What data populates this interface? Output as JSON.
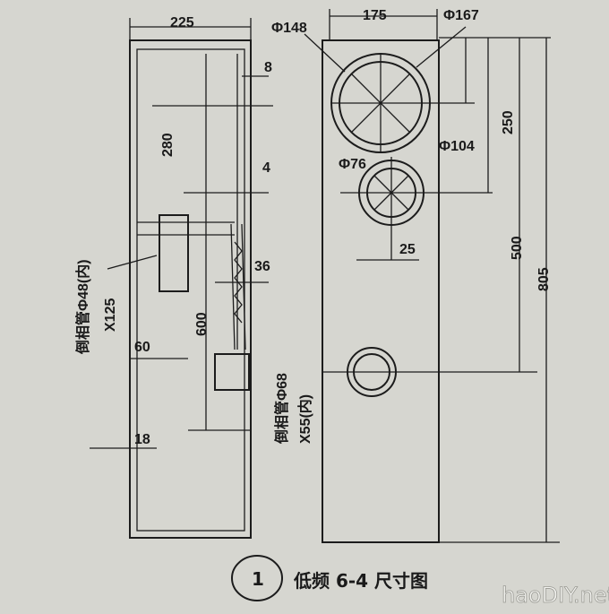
{
  "drawing": {
    "side_view": {
      "width_label": "225",
      "dim_8": "8",
      "dim_280": "280",
      "dim_4": "4",
      "dim_36": "36",
      "dim_600": "600",
      "dim_60": "60",
      "dim_18": "18",
      "port1_label": "倒相管Φ48(内)",
      "port1_length": "X125",
      "port2_label": "倒相管Φ68",
      "port2_length": "X55(内)"
    },
    "front_view": {
      "d148": "Φ148",
      "width_label": "175",
      "d167": "Φ167",
      "dim_250": "250",
      "d76": "Φ76",
      "d104": "Φ104",
      "dim_25": "25",
      "dim_500": "500",
      "dim_805": "805"
    },
    "caption": {
      "number": "1",
      "title": "低频 6-4 尺寸图"
    },
    "watermark": "haoDIY.net"
  }
}
